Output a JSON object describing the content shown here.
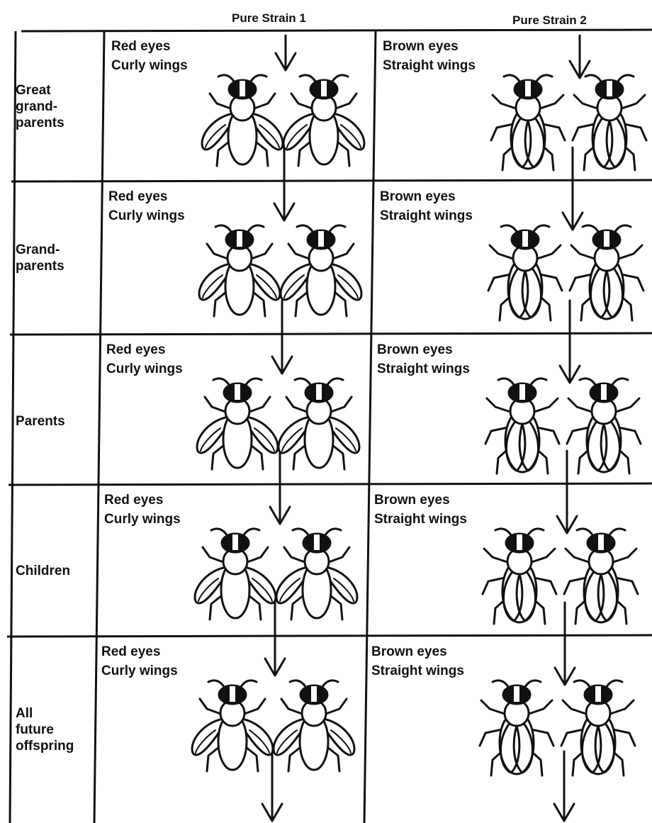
{
  "columns": [
    "Pure Strain 1",
    "Pure Strain 2"
  ],
  "generations": [
    {
      "label": "Great grand-parents",
      "lines": [
        "Great",
        "grand-",
        "parents"
      ],
      "strain1": {
        "eyes": "Red eyes",
        "wings": "Curly wings"
      },
      "strain2": {
        "eyes": "Brown eyes",
        "wings": "Straight wings"
      }
    },
    {
      "label": "Grand-parents",
      "lines": [
        "Grand-",
        "parents"
      ],
      "strain1": {
        "eyes": "Red eyes",
        "wings": "Curly wings"
      },
      "strain2": {
        "eyes": "Brown eyes",
        "wings": "Straight wings"
      }
    },
    {
      "label": "Parents",
      "lines": [
        "Parents"
      ],
      "strain1": {
        "eyes": "Red eyes",
        "wings": "Curly wings"
      },
      "strain2": {
        "eyes": "Brown eyes",
        "wings": "Straight wings"
      }
    },
    {
      "label": "Children",
      "lines": [
        "Children"
      ],
      "strain1": {
        "eyes": "Red eyes",
        "wings": "Curly wings"
      },
      "strain2": {
        "eyes": "Brown eyes",
        "wings": "Straight wings"
      }
    },
    {
      "label": "All future offspring",
      "lines": [
        "All",
        "future",
        "offspring"
      ],
      "strain1": {
        "eyes": "Red eyes",
        "wings": "Curly wings"
      },
      "strain2": {
        "eyes": "Brown eyes",
        "wings": "Straight wings"
      }
    }
  ],
  "colors": {
    "ink": "#111111",
    "paper": "#ffffff"
  }
}
